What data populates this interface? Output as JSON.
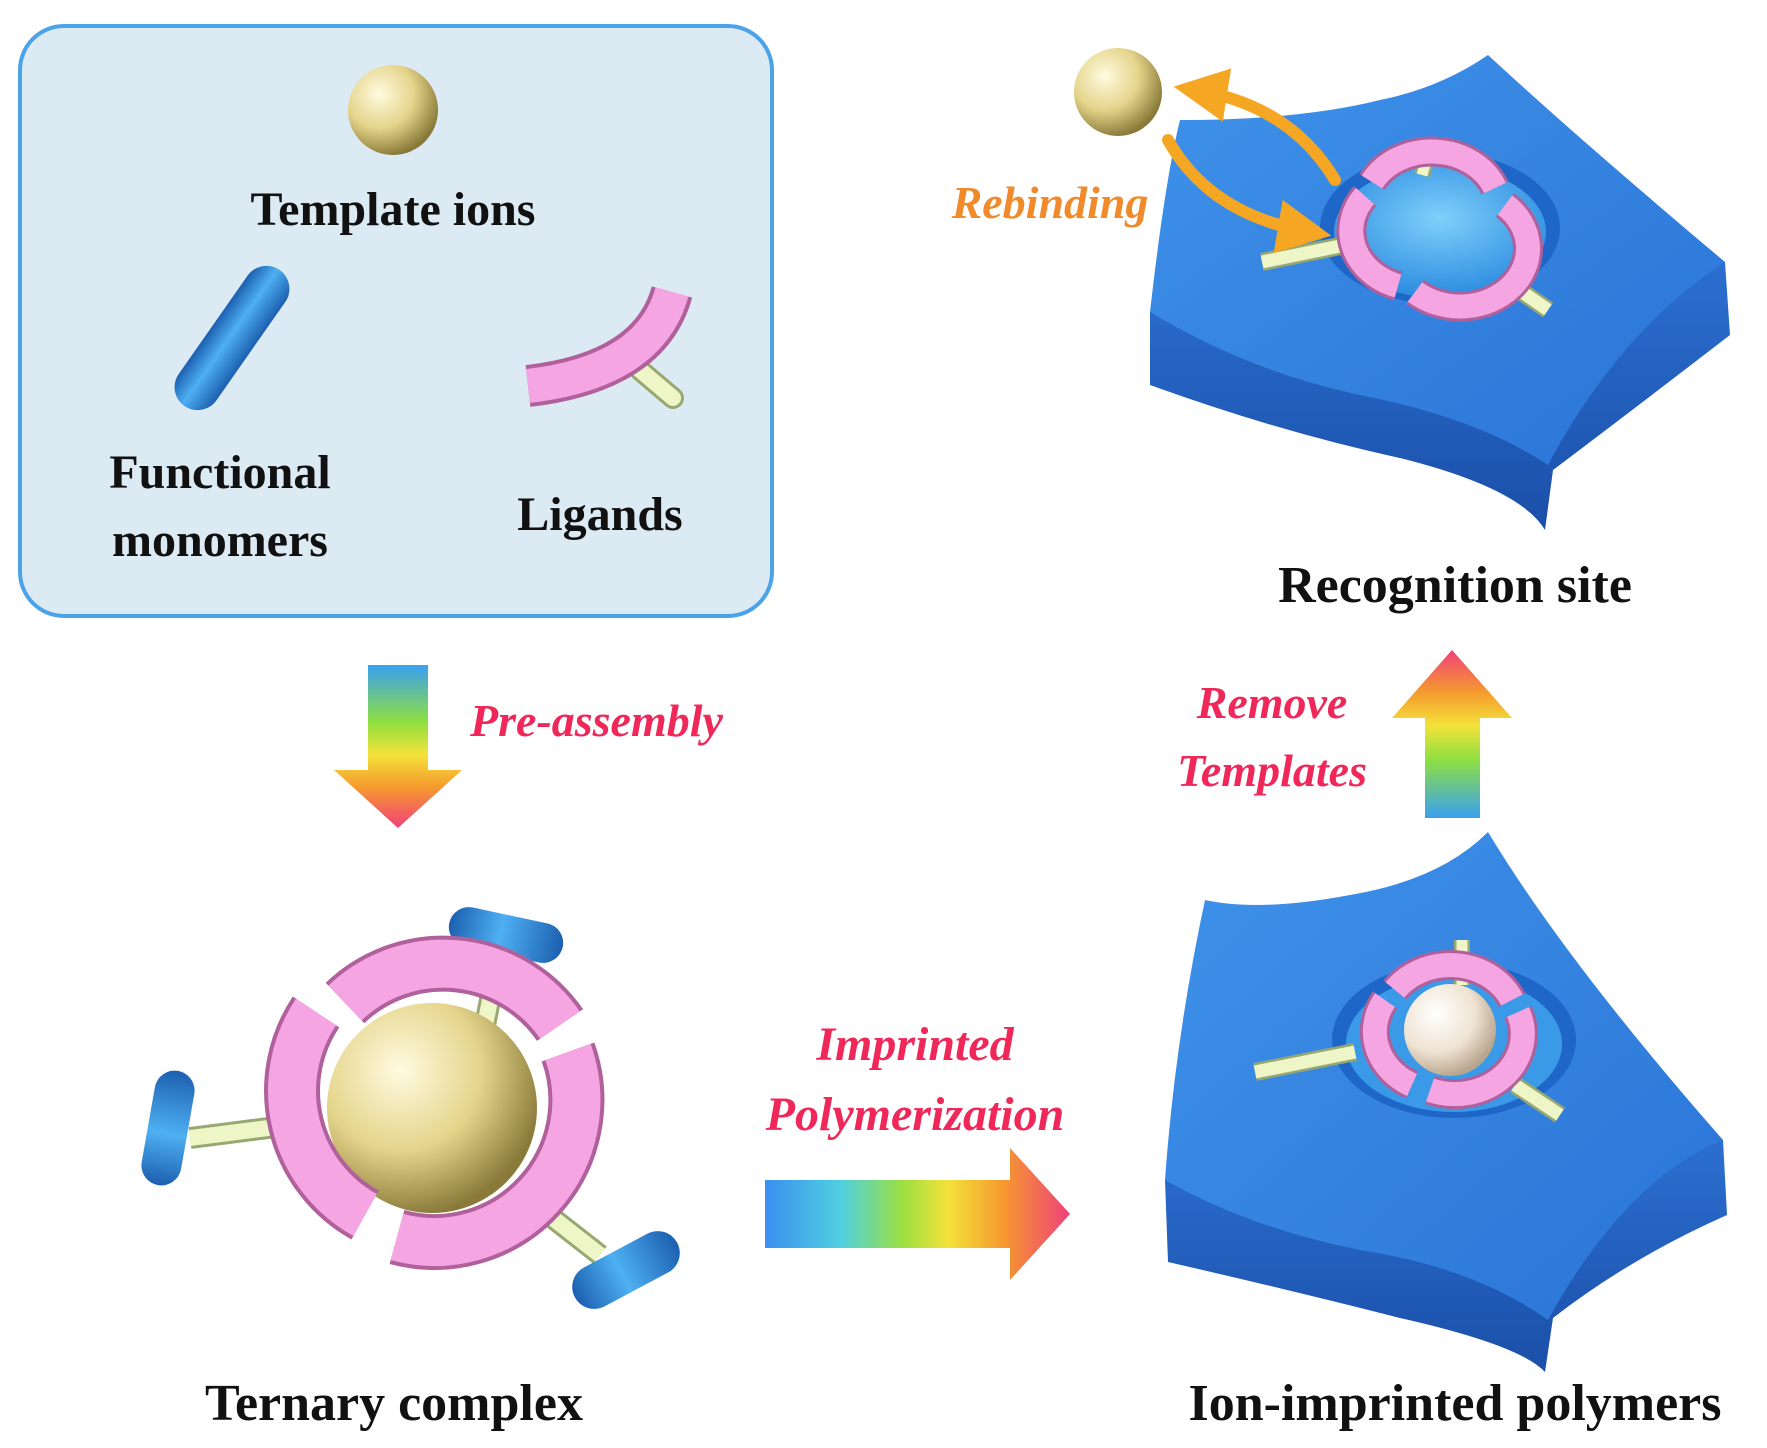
{
  "legend": {
    "template_ions": "Template ions",
    "functional_monomers_line1": "Functional",
    "functional_monomers_line2": "monomers",
    "ligands": "Ligands"
  },
  "steps": {
    "pre_assembly": "Pre-assembly",
    "imprinted_line1": "Imprinted",
    "imprinted_line2": "Polymerization",
    "remove_line1": "Remove",
    "remove_line2": "Templates",
    "rebinding": "Rebinding"
  },
  "captions": {
    "ternary_complex": "Ternary complex",
    "ion_imprinted_polymers": "Ion-imprinted polymers",
    "recognition_site": "Recognition site"
  },
  "colors": {
    "template_ion": "#e4d48a",
    "monomer": "#2f8fe0",
    "ligand": "#f5a6e2",
    "linker": "#eef6c8",
    "polymer": "#2f7ddf",
    "legend_box": "#dceaf4",
    "legend_border": "#4aa3e8",
    "label_red": "#f0285a",
    "label_orange": "#f08a2a"
  },
  "icons": {
    "flow_arrow": "rainbow-arrow-icon",
    "rebinding_arrows": "curved-orange-arrow-icon"
  }
}
